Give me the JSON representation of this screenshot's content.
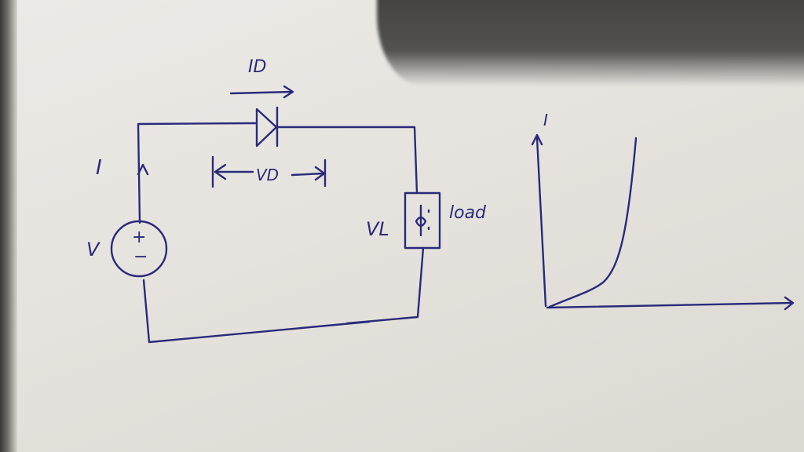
{
  "labels": {
    "diode_current": "ID",
    "source_current": "I",
    "source_voltage": "V",
    "source_plus": "+",
    "source_minus": "−",
    "diode_voltage": "VD",
    "load_voltage": "VL",
    "load": "load",
    "graph_y_axis": "I"
  },
  "colors": {
    "ink": "#2a2a7a",
    "paper": "#e9e6e1"
  }
}
